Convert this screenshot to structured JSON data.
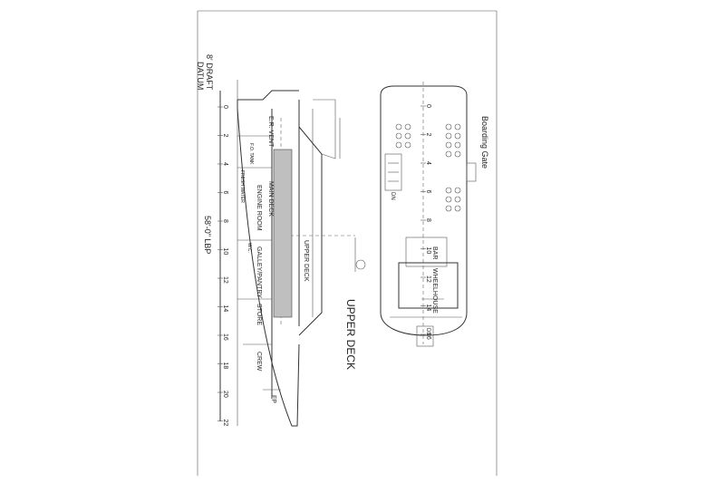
{
  "profile": {
    "draft_label": "8' DRAFT",
    "datum_label": "DATUM",
    "lbp_label": "58'-0\" LBP",
    "er_vent": "E.R. VENT",
    "main_deck": "MAIN DECK",
    "upper_deck": "UPPER DECK",
    "engine_room": "ENGINE ROOM",
    "galley_pantry": "GALLEY/PANTRY",
    "store": "STORE",
    "crew": "CREW",
    "fp": "FP",
    "tank_1": "F.O. TANK",
    "tank_2": "FRESH WATER",
    "tank_3": "W.C.",
    "stations": [
      "0",
      "2",
      "4",
      "6",
      "8",
      "10",
      "12",
      "14",
      "16",
      "18",
      "20",
      "22"
    ]
  },
  "plan": {
    "title": "UPPER DECK",
    "boarding_gate": "Boarding Gate",
    "bar": "BAR",
    "wheelhouse": "WHEELHOUSE",
    "dn_1": "DN",
    "dn_2": "DN",
    "stations": [
      "0",
      "2",
      "4",
      "6",
      "8",
      "10",
      "12",
      "14",
      "16"
    ]
  }
}
